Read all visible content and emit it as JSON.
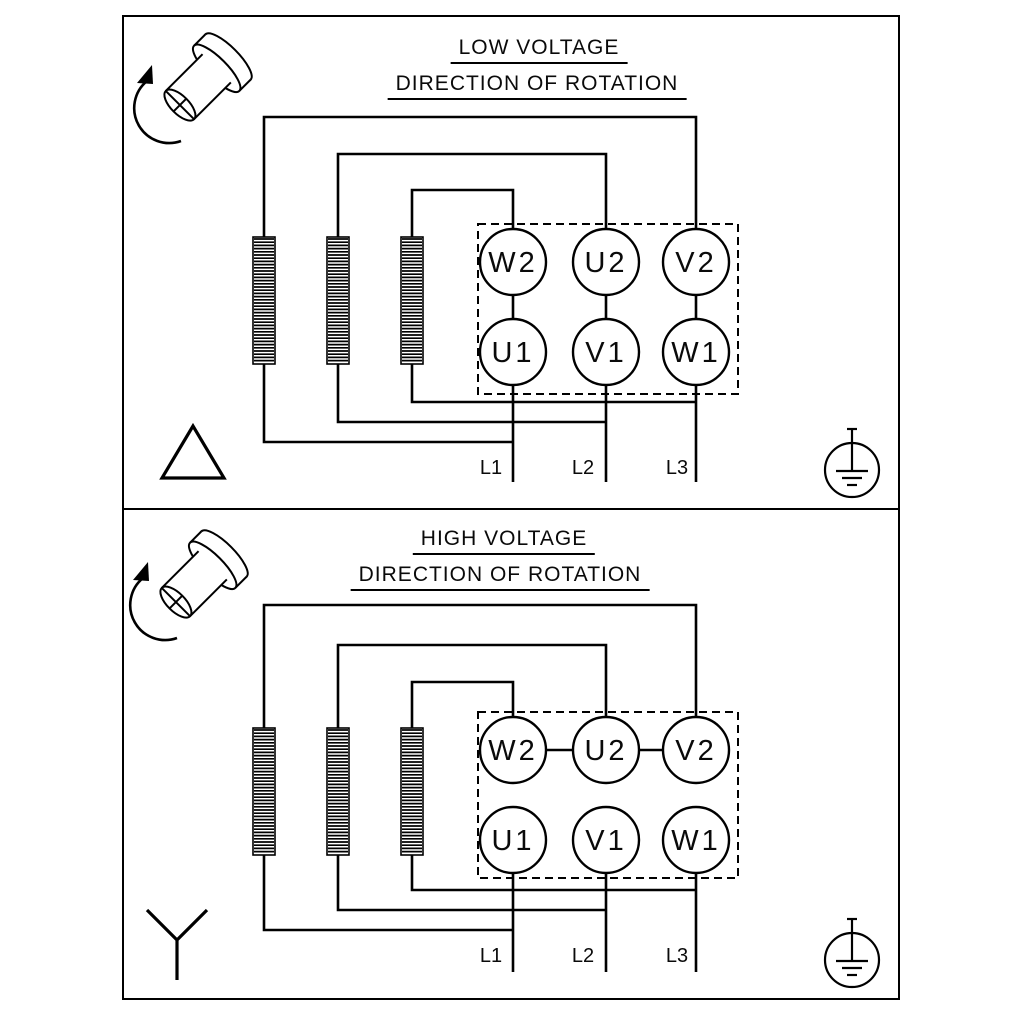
{
  "colors": {
    "line": "#000000",
    "background": "#ffffff"
  },
  "icons": {
    "rotation": "shaft-rotation-icon",
    "low_voltage_connection": "delta-symbol",
    "high_voltage_connection": "star-symbol",
    "earth": "protective-earth-ground-icon"
  },
  "panels": {
    "low_voltage": {
      "title": "LOW VOLTAGE",
      "subtitle": "DIRECTION OF ROTATION",
      "connection": "delta",
      "terminals": {
        "top": [
          "W2",
          "U2",
          "V2"
        ],
        "bottom": [
          "U1",
          "V1",
          "W1"
        ]
      },
      "supply_lines": [
        "L1",
        "L2",
        "L3"
      ]
    },
    "high_voltage": {
      "title": "HIGH VOLTAGE",
      "subtitle": "DIRECTION OF ROTATION",
      "connection": "star",
      "terminals": {
        "top": [
          "W2",
          "U2",
          "V2"
        ],
        "bottom": [
          "U1",
          "V1",
          "W1"
        ]
      },
      "supply_lines": [
        "L1",
        "L2",
        "L3"
      ]
    }
  }
}
